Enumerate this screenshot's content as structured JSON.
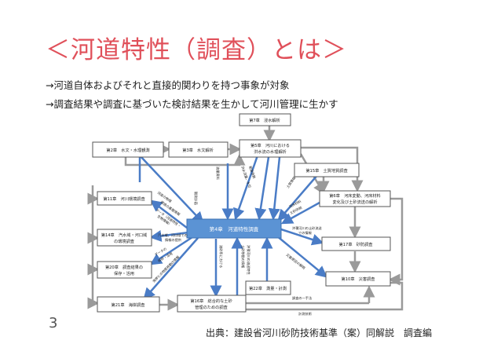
{
  "slide": {
    "title": "＜河道特性（調査）とは＞",
    "bullets": [
      "→河道自体およびそれと直接的関わりを持つ事象が対象",
      "→調査結果や調査に基づいた検討結果を生かして河川管理に生かす"
    ],
    "page_number": "3",
    "source": "出典：建設省河川砂防技術基準（案）同解説　調査編"
  },
  "diagram": {
    "colors": {
      "center": "#5b93d4",
      "blue_arrow": "#4a7cc6",
      "gray_arrow": "#9a9a9a",
      "title": "#e0505a"
    },
    "boxes": {
      "ch7": "第7章　浸水解析",
      "ch2": "第2章　水文・水理観測",
      "ch3": "第3章　水文解析",
      "ch5_l1": "第5章　河川における",
      "ch5_l2": "洪水流の水理解析",
      "ch15": "第15章　土質地質調査",
      "ch11": "第11章　河川環境調査",
      "ch6_l1": "第6章　河床変動、河床材料",
      "ch6_l2": "変化及び土砂流送の解析",
      "ch4": "第4章　河道特性調査",
      "ch14_l1": "第14章　汽水域・河口域",
      "ch14_l2": "の環境調査",
      "ch17": "第17章　砂防調査",
      "ch20_l1": "第20章　調査結果の",
      "ch20_l2": "保存・活用",
      "ch10": "第10章　災害調査",
      "ch22": "第22章　測量・計測",
      "ch21": "第21章　海岸調査",
      "ch16_l1": "第16章　総合的な土砂",
      "ch16_l2": "管理のための調査"
    },
    "labels": {
      "l_obs": "観測計画",
      "l_hydro": "流量資料",
      "l_env1": "河道の物理",
      "l_env2": "環境の基盤情報",
      "l_env3": "データ（河道特性・",
      "l_env4": "生物情報）",
      "l_brk1": "汽水域、河口域での",
      "l_brk2": "情報の提供",
      "l_save1": "データの",
      "l_save2": "保存・活用",
      "l_coast": "海岸との物質移動の情報",
      "l_topo": "調査の一手法",
      "l_meas": "計測技術",
      "l_top1": "洪水流量、水位",
      "l_top2": "粗度係数",
      "l_soil": "土質情報",
      "l_bed1": "河床材料",
      "l_bed2": "土砂供給",
      "l_sed1": "沖積河川の土砂流送",
      "l_sed2": "での情報",
      "l_dis": "災害原因の解明",
      "l_gen1": "流砂系における",
      "l_gen2": "土砂移動の情報",
      "l_gen3": "沖積河川の流送特性"
    }
  }
}
